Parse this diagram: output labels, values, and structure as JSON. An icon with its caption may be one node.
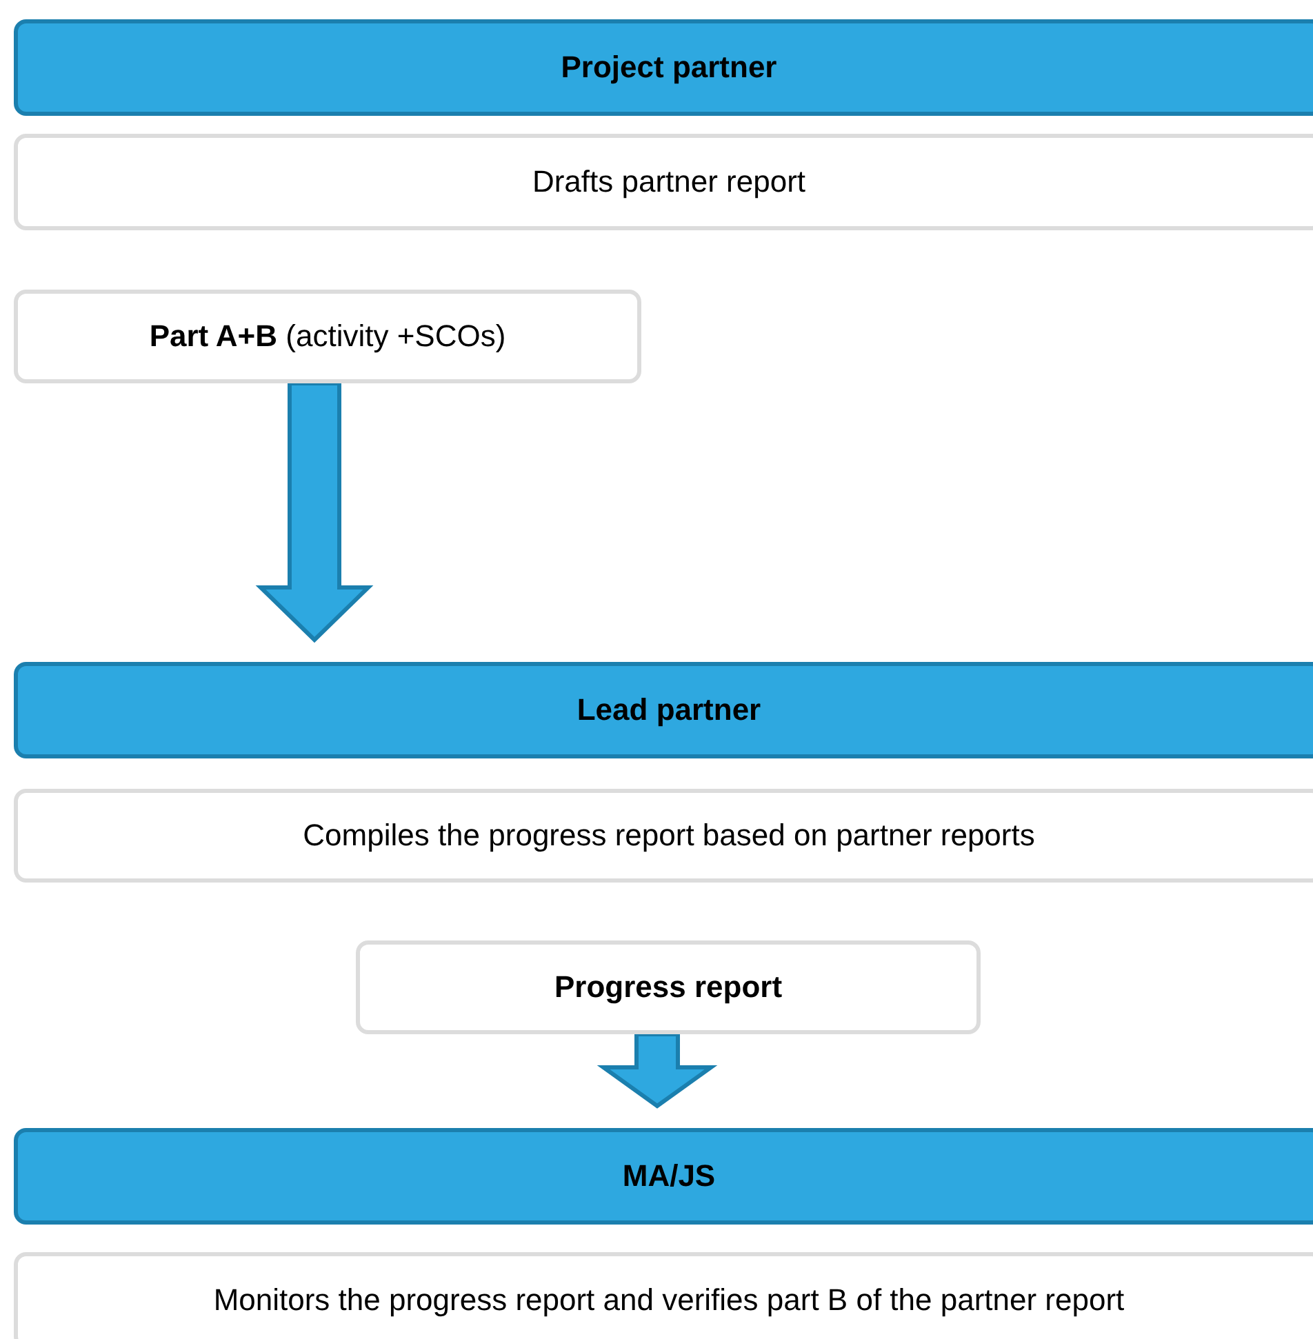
{
  "diagram": {
    "nodes": [
      {
        "text": [
          "Project partner"
        ]
      },
      {
        "text": [
          "Drafts partner report"
        ]
      },
      {
        "text": [
          "**Part A+B** (activity +SCOs)"
        ]
      },
      {
        "text": [
          "Lead partner"
        ]
      },
      {
        "text": [
          "Compiles the progress report based on partner reports"
        ]
      },
      {
        "text": [
          "Progress report"
        ]
      },
      {
        "text": [
          "MA/JS"
        ]
      },
      {
        "text": [
          "Monitors the progress report and verifies part B of the partner report"
        ]
      }
    ],
    "edges": [
      {
        "from": 2,
        "to": 3,
        "arrow": "to",
        "style": "thick"
      },
      {
        "from": 5,
        "to": 6,
        "arrow": "to",
        "style": "thick"
      }
    ]
  }
}
